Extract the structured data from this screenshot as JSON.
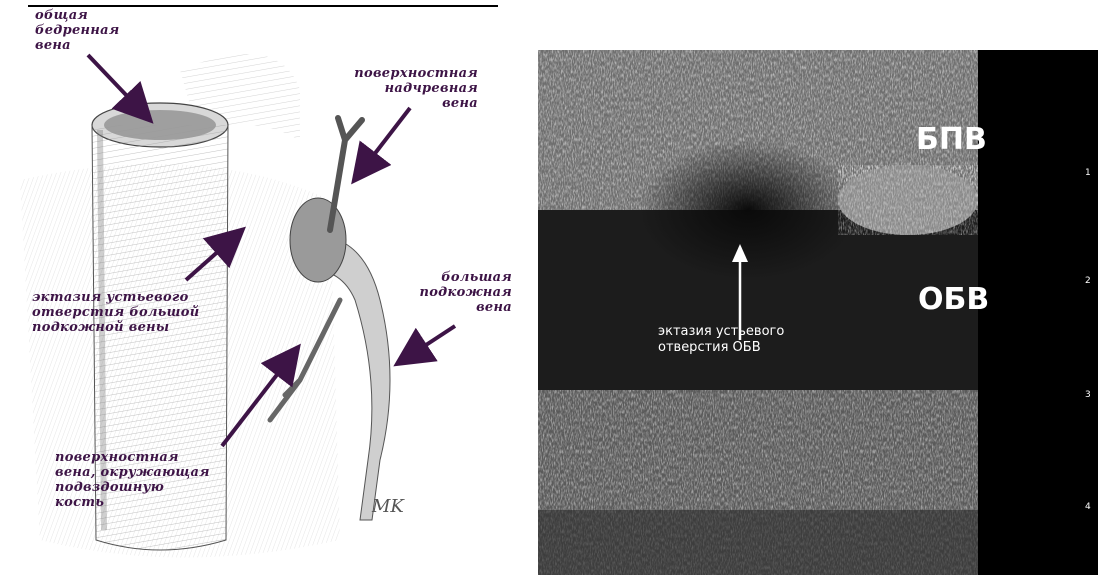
{
  "sketch": {
    "labels": {
      "common_femoral": "общая\nбедренная\nвена",
      "superficial_epigastric": "поверхностная\nнадчревная\nвена",
      "ectasia": "эктазия устьевого\nотверстия большой\nподкожной вены",
      "great_saphenous": "большая\nподкожная\nвена",
      "circumflex_iliac": "поверхностная\nвена, окружающая\nподвздошную\nкость"
    },
    "signature": "MK",
    "colors": {
      "ink": "#3d1446",
      "pencil": "#555555"
    }
  },
  "ultrasound": {
    "label_bpv": "БПВ",
    "label_obv": "ОБВ",
    "annotation": "эктазия устьевого\nотверстия ОБВ",
    "scale_ticks": [
      "1",
      "2",
      "3",
      "4"
    ]
  }
}
